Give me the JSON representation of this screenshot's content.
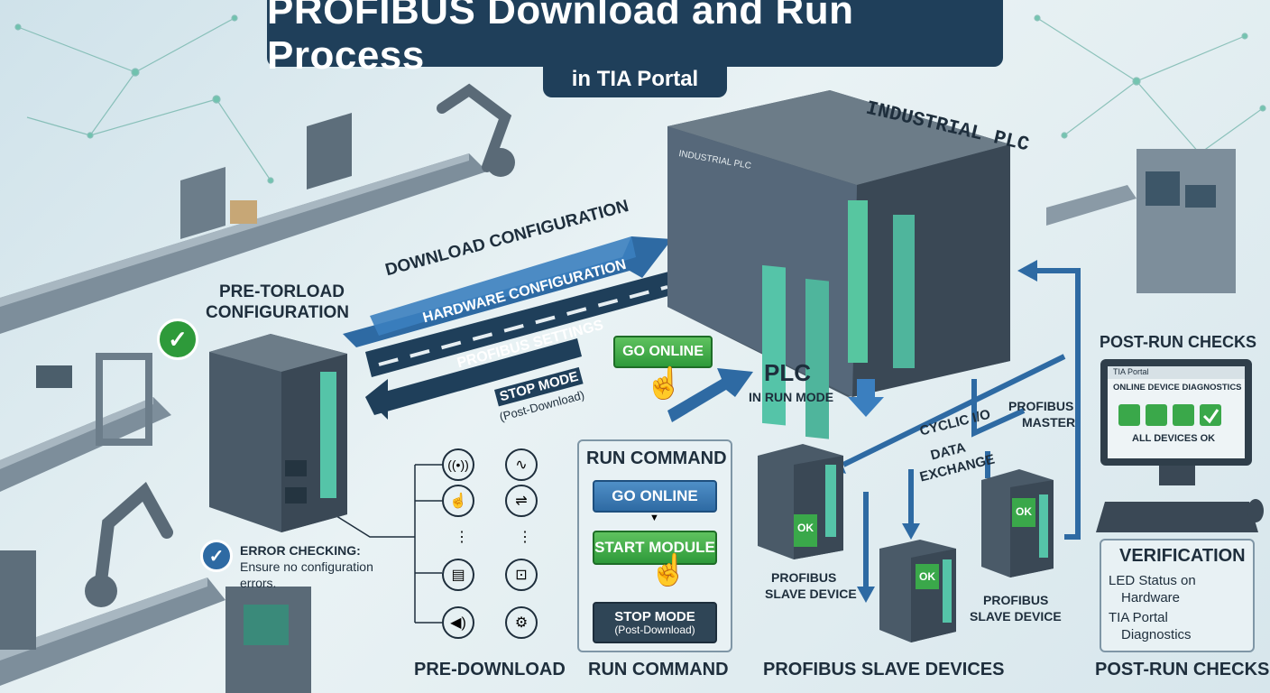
{
  "header": {
    "title": "PROFIBUS Download and Run Process",
    "subtitle": "in TIA Portal"
  },
  "plc": {
    "label": "INDUSTRIAL PLC",
    "front_label": "INDUSTRIAL PLC"
  },
  "pre_config": {
    "heading_line1": "PRE-TORLOAD",
    "heading_line2": "CONFIGURATION"
  },
  "arrows": {
    "download_configuration": "DOWNLOAD CONFIGURATION",
    "hardware_configuration": "HARDWARE CONFIGURATION",
    "profibus_settings": "PROFIBUS SETTINGS",
    "stop_mode": "STOP MODE",
    "stop_mode_sub": "(Post-Download)"
  },
  "go_online_button": "GO ONLINE",
  "plc_status": {
    "line1": "PLC",
    "line2": "IN RUN MODE"
  },
  "error_checking": {
    "title": "ERROR CHECKING:",
    "line1": "Ensure no configuration",
    "line2": "errors."
  },
  "run_command_panel": {
    "title": "RUN COMMAND",
    "go_online": "GO ONLINE",
    "start_module": "START MODULE",
    "stop_mode": "STOP MODE",
    "stop_mode_sub": "(Post-Download)"
  },
  "network": {
    "master_line1": "PROFIBUS",
    "master_line2": "MASTER",
    "cyclic_line1": "CYCLIC I/O",
    "cyclic_line2": "DATA",
    "cyclic_line3": "EXCHANGE",
    "slave_left_line1": "PROFIBUS",
    "slave_left_line2": "SLAVE DEVICE",
    "slave_right_line1": "PROFIBUS",
    "slave_right_line2": "SLAVE DEVICE",
    "ok": "OK"
  },
  "post_run": {
    "heading": "POST-RUN CHECKS",
    "monitor_app": "TIA Portal",
    "monitor_title": "ONLINE DEVICE DIAGNOSTICS",
    "monitor_status": "ALL DEVICES OK",
    "verification_title": "VERIFICATION",
    "verification_item1_line1": "LED Status on",
    "verification_item1_line2": "Hardware",
    "verification_item2_line1": "TIA Portal",
    "verification_item2_line2": "Diagnostics"
  },
  "section_labels": {
    "pre_download": "PRE-DOWNLOAD",
    "run_command": "RUN COMMAND",
    "slave_devices": "PROFIBUS SLAVE DEVICES",
    "post_run_checks": "POST-RUN CHECKS"
  },
  "colors": {
    "navy": "#1f3f5a",
    "accent_blue": "#2e6aa3",
    "ok_green": "#2e9a3a",
    "device_gray": "#4a5a68"
  }
}
